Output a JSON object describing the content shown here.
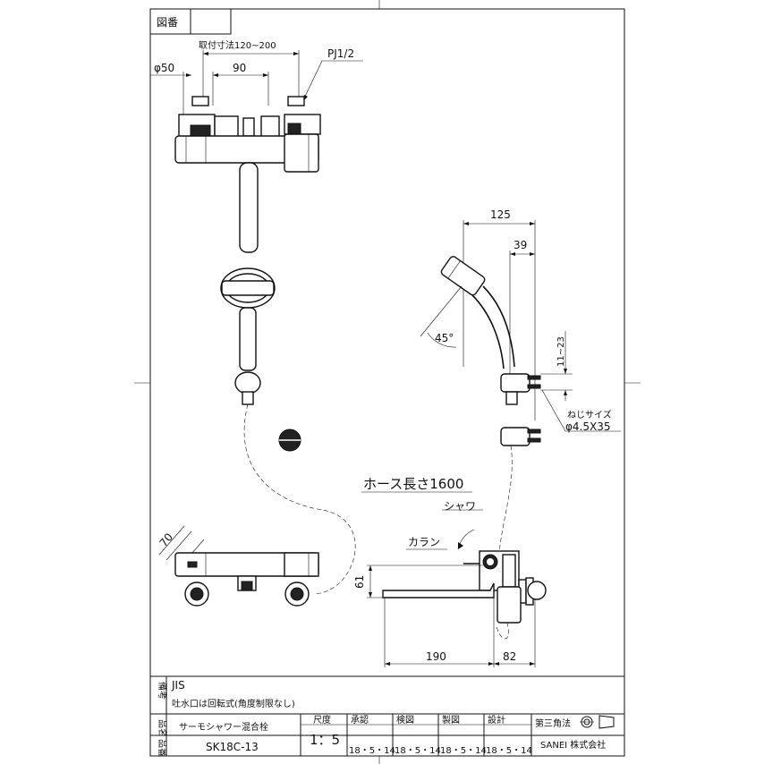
{
  "title_box": {
    "label": "図番"
  },
  "front_view": {
    "dim_mount": "取付寸法120~200",
    "dim_phi50": "φ50",
    "dim_90": "90",
    "dim_pj": "PJ1/2"
  },
  "side_view": {
    "dim_125": "125",
    "dim_39": "39",
    "dim_11_23": "11~23",
    "angle_45": "45°",
    "screw_label": "ねじサイズ",
    "screw_size": "φ4.5X35"
  },
  "hose": {
    "label": "ホース長さ1600"
  },
  "handles": {
    "shower": "シャワ",
    "faucet": "カラン"
  },
  "top_view": {
    "dim_70": "70"
  },
  "spout_view": {
    "dim_61": "61",
    "dim_190": "190",
    "dim_82": "82"
  },
  "notes": {
    "label": "備考",
    "line1": "JIS",
    "line2": "吐水口は回転式(角度制限なし)"
  },
  "table": {
    "name_label": "品名",
    "name_value": "サーモシャワー混合栓",
    "number_label": "品番",
    "number_value": "SK18C-13",
    "scale_label": "尺度",
    "scale_value": "1：5",
    "approved_label": "承認",
    "approved_date": "18・5・14",
    "checked_label": "検図",
    "checked_date": "18・5・14",
    "drawn_label": "製図",
    "drawn_date": "18・5・14",
    "designed_label": "設計",
    "designed_date": "18・5・14",
    "projection_label": "第三角法",
    "company": "SANEI 株式会社"
  }
}
